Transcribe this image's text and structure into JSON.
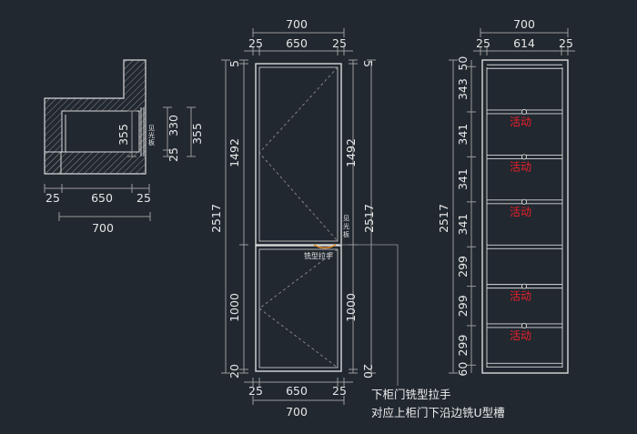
{
  "colors": {
    "background": "#212830",
    "line": "#d9d9d9",
    "dim_line": "#9a9a9a",
    "red_label": "#e8202a",
    "handle": "#e08a2a"
  },
  "plan_view": {
    "dim_top_left": "25",
    "dim_top_mid": "650",
    "dim_top_right": "25",
    "dim_total": "700",
    "dim_left_355": "355",
    "dim_right_25": "25",
    "dim_right_330": "330",
    "dim_right_355": "355",
    "panel_label_1": "见",
    "panel_label_2": "光",
    "panel_label_3": "板"
  },
  "door_elevation": {
    "top_total": "700",
    "top_left": "25",
    "top_mid": "650",
    "top_right": "25",
    "bottom_left": "25",
    "bottom_mid": "650",
    "bottom_right": "25",
    "bottom_total": "700",
    "left_total": "2517",
    "left_top": "5",
    "left_upper": "1492",
    "left_lower": "1000",
    "left_bottom": "20",
    "right_total": "2517",
    "right_top": "5",
    "right_upper": "1492",
    "right_lower": "1000",
    "right_bottom": "20",
    "handle_label": "铣型拉手",
    "side_panel_1": "见",
    "side_panel_2": "光",
    "side_panel_3": "板"
  },
  "cabinet_section": {
    "top_total": "700",
    "top_left": "25",
    "top_mid": "614",
    "top_right": "25",
    "total_height": "2517",
    "segments": [
      "50",
      "343",
      "341",
      "341",
      "341",
      "299",
      "299",
      "299",
      "60"
    ],
    "shelf_labels": [
      "活动",
      "活动",
      "活动",
      "活动",
      "活动"
    ]
  },
  "notes": {
    "line1": "下柜门铣型拉手",
    "line2": "对应上柜门下沿边铣U型槽"
  }
}
